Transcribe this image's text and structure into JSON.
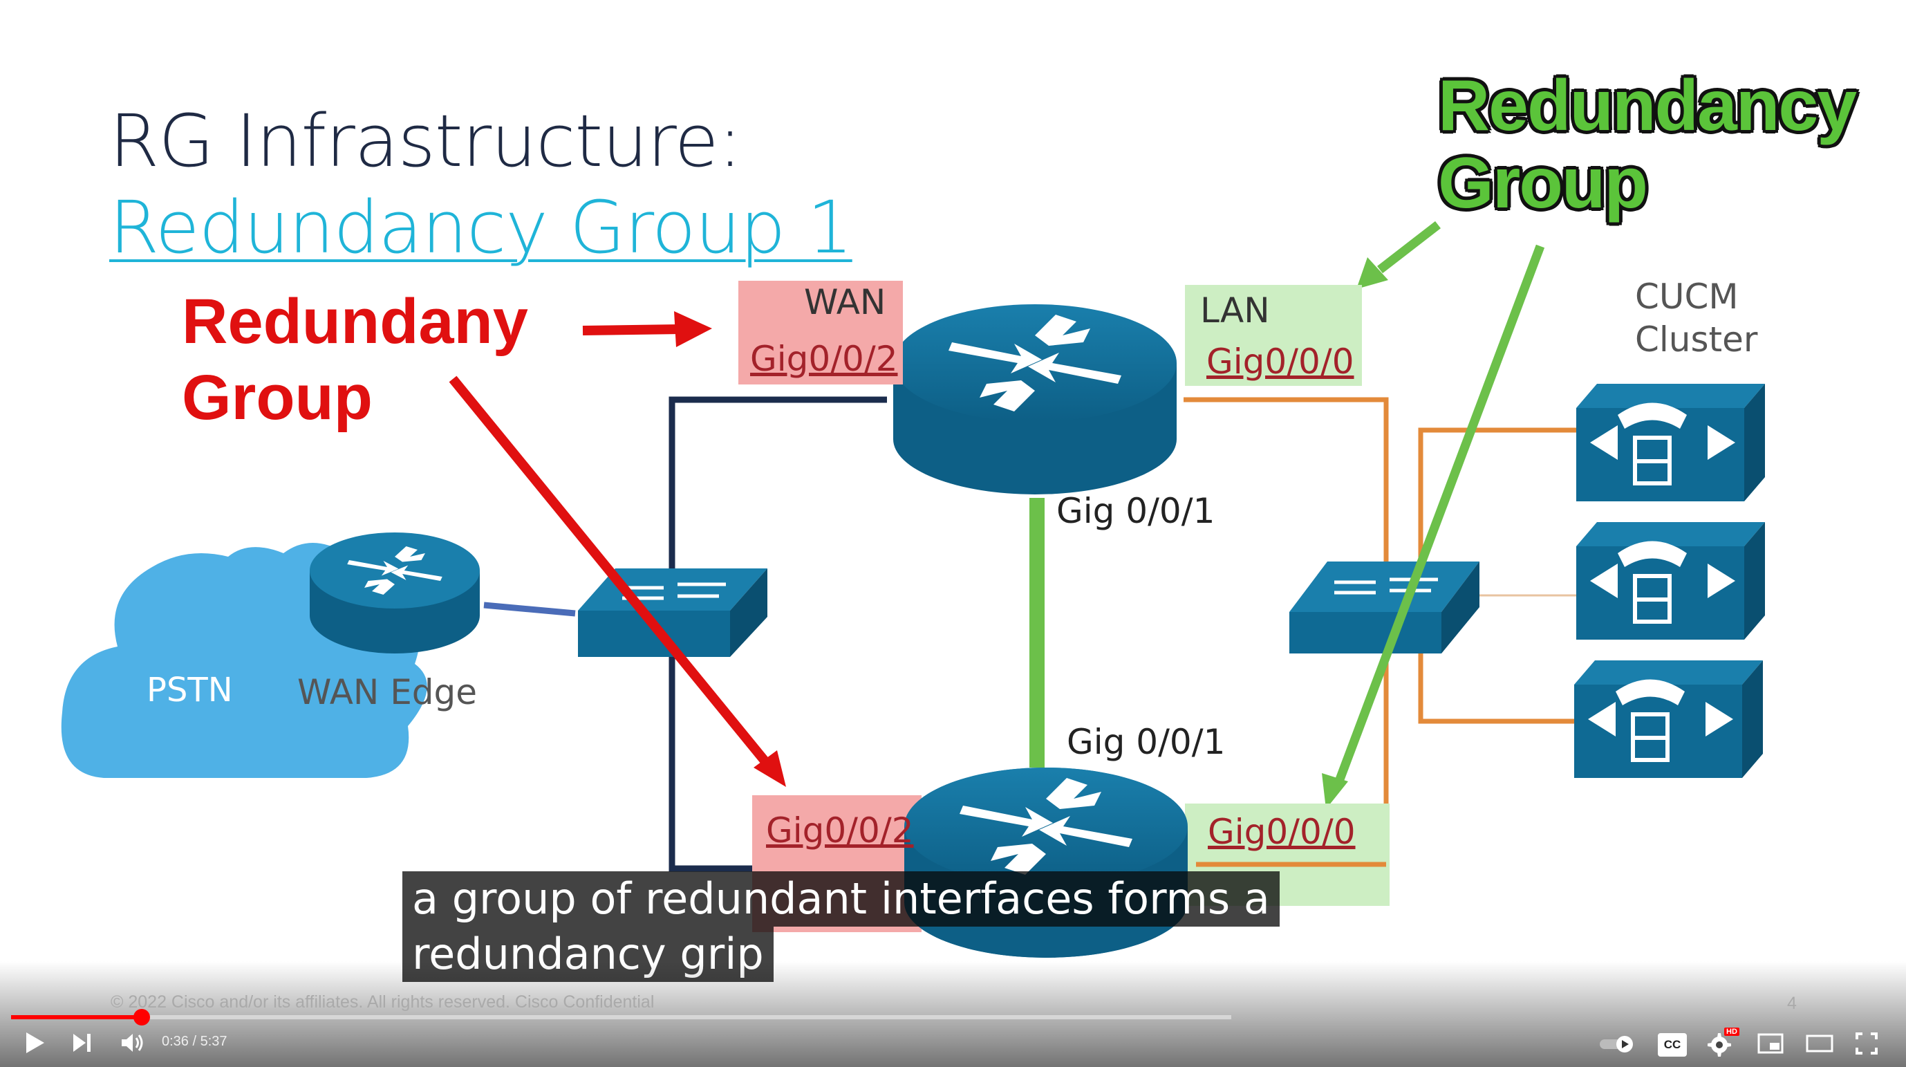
{
  "slide": {
    "title_line1": "RG Infrastructure:",
    "title_line2": "Redundancy Group 1",
    "red_callout_line1": "Redundany",
    "red_callout_line2": "Group",
    "green_callout_line1": "Redundancy",
    "green_callout_line2": "Group",
    "wan_label": "WAN",
    "lan_label": "LAN",
    "port_wan_top": "Gig0/0/2",
    "port_wan_bottom": "Gig0/0/2",
    "port_lan_top": "Gig0/0/0",
    "port_lan_bottom": "Gig0/0/0",
    "gig_top": "Gig 0/0/1",
    "gig_bottom": "Gig 0/0/1",
    "cucm_line1": "CUCM",
    "cucm_line2": "Cluster",
    "pstn_label": "PSTN",
    "wan_edge_label": "WAN Edge",
    "footer": "© 2022  Cisco and/or its affiliates. All rights reserved.   Cisco Confidential",
    "page_number": "4"
  },
  "captions": {
    "line1": "a group of redundant interfaces forms a",
    "line2": "redundancy grip"
  },
  "player": {
    "current_time": "0:36",
    "duration": "5:37",
    "time_display": "0:36 / 5:37",
    "progress_fraction": 0.107,
    "progress_color": "#ff0000",
    "hd_badge": "HD",
    "cc_label": "CC"
  },
  "colors": {
    "device_blue": "#0f6a94",
    "cloud_blue": "#4fb1e6",
    "link_navy": "#1b2c4d",
    "link_orange": "#e38a3a",
    "link_green": "#6cc04a",
    "arrow_red": "#e01010",
    "arrow_green": "#6cc04a"
  }
}
